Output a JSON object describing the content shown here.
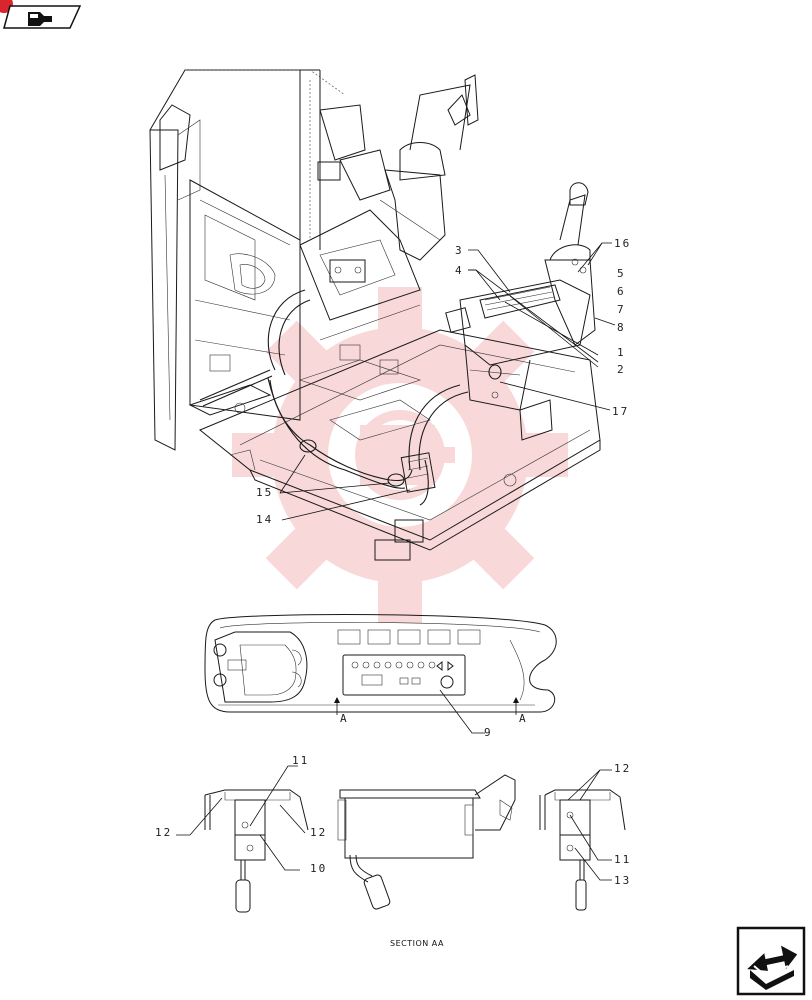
{
  "colors": {
    "line": "#1a1a1a",
    "watermark": "#f3b9b9",
    "badge": "#d9252e",
    "background": "#ffffff"
  },
  "icons": {
    "top_left": "back-to-index-arrow-icon",
    "bottom_right": "next-page-arrow-icon",
    "watermark": "gear-logo-watermark"
  },
  "callouts": {
    "c1": "1",
    "c2": "2",
    "c3": "3",
    "c4": "4",
    "c5": "5",
    "c6": "6",
    "c7": "7",
    "c8": "8",
    "c9": "9",
    "c10": "10",
    "c11a": "11",
    "c11b": "11",
    "c12a": "12",
    "c12b": "12",
    "c12c": "12",
    "c13": "13",
    "c14": "14",
    "c15": "15",
    "c16": "16",
    "c17": "17"
  },
  "section_markers": {
    "left": "A",
    "right": "A"
  },
  "section_caption": "SECTION AA"
}
